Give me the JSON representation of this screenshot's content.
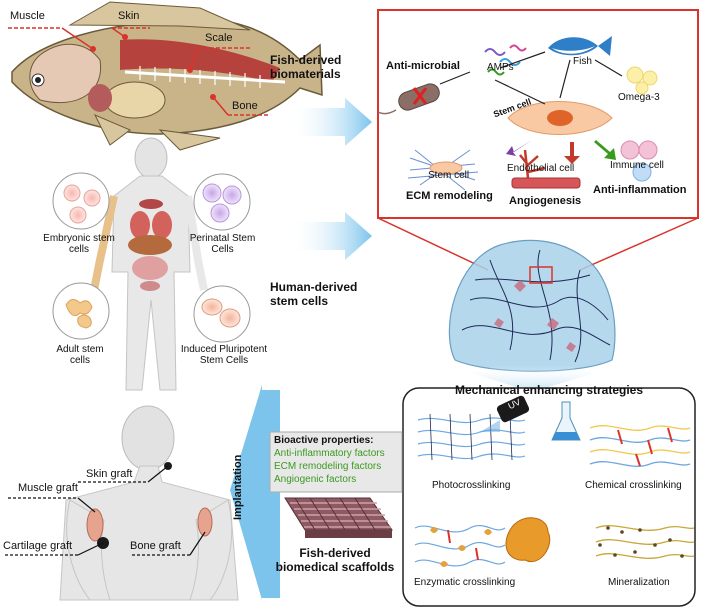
{
  "fish": {
    "labels": {
      "muscle": "Muscle",
      "skin": "Skin",
      "scale": "Scale",
      "bone": "Bone"
    },
    "caption": "Fish-derived\nbiomaterials"
  },
  "human_cells": {
    "caption": "Human-derived\nstem cells",
    "embryonic": "Embryonic stem\ncells",
    "perinatal": "Perinatal Stem\nCells",
    "adult": "Adult stem\ncells",
    "ipsc": "Induced Pluripotent\nStem Cells"
  },
  "mechanism_box": {
    "anti_microbial": "Anti-microbial",
    "amps": "AMPs",
    "fish": "Fish",
    "omega3": "Omega-3",
    "stem_cell_center": "Stem cell",
    "stem_cell_ecm": "Stem cell",
    "endothelial": "Endothelial cell",
    "immune": "Immune  cell",
    "ecm_remodeling": "ECM remodeling",
    "angiogenesis": "Angiogenesis",
    "anti_inflammation": "Anti-inflammation"
  },
  "strategies": {
    "title": "Mechanical enhancing strategies",
    "uv": "UV",
    "photo": "Photocrosslinking",
    "chemical": "Chemical crosslinking",
    "enzymatic": "Enzymatic crosslinking",
    "mineral": "Mineralization"
  },
  "scaffold": {
    "bioactive_title": "Bioactive properties:",
    "factors": [
      "Anti-inflammatory factors",
      "ECM remodeling factors",
      "Angiogenic factors"
    ],
    "implantation": "Implantation",
    "caption": "Fish-derived\nbiomedical scaffolds"
  },
  "grafts": {
    "skin": "Skin graft",
    "muscle": "Muscle graft",
    "cartilage": "Cartilage graft",
    "bone": "Bone graft"
  },
  "colors": {
    "red_box": "#d9342b",
    "green_text": "#3a9a1f",
    "blue_arrow": "#7cc4ec"
  }
}
